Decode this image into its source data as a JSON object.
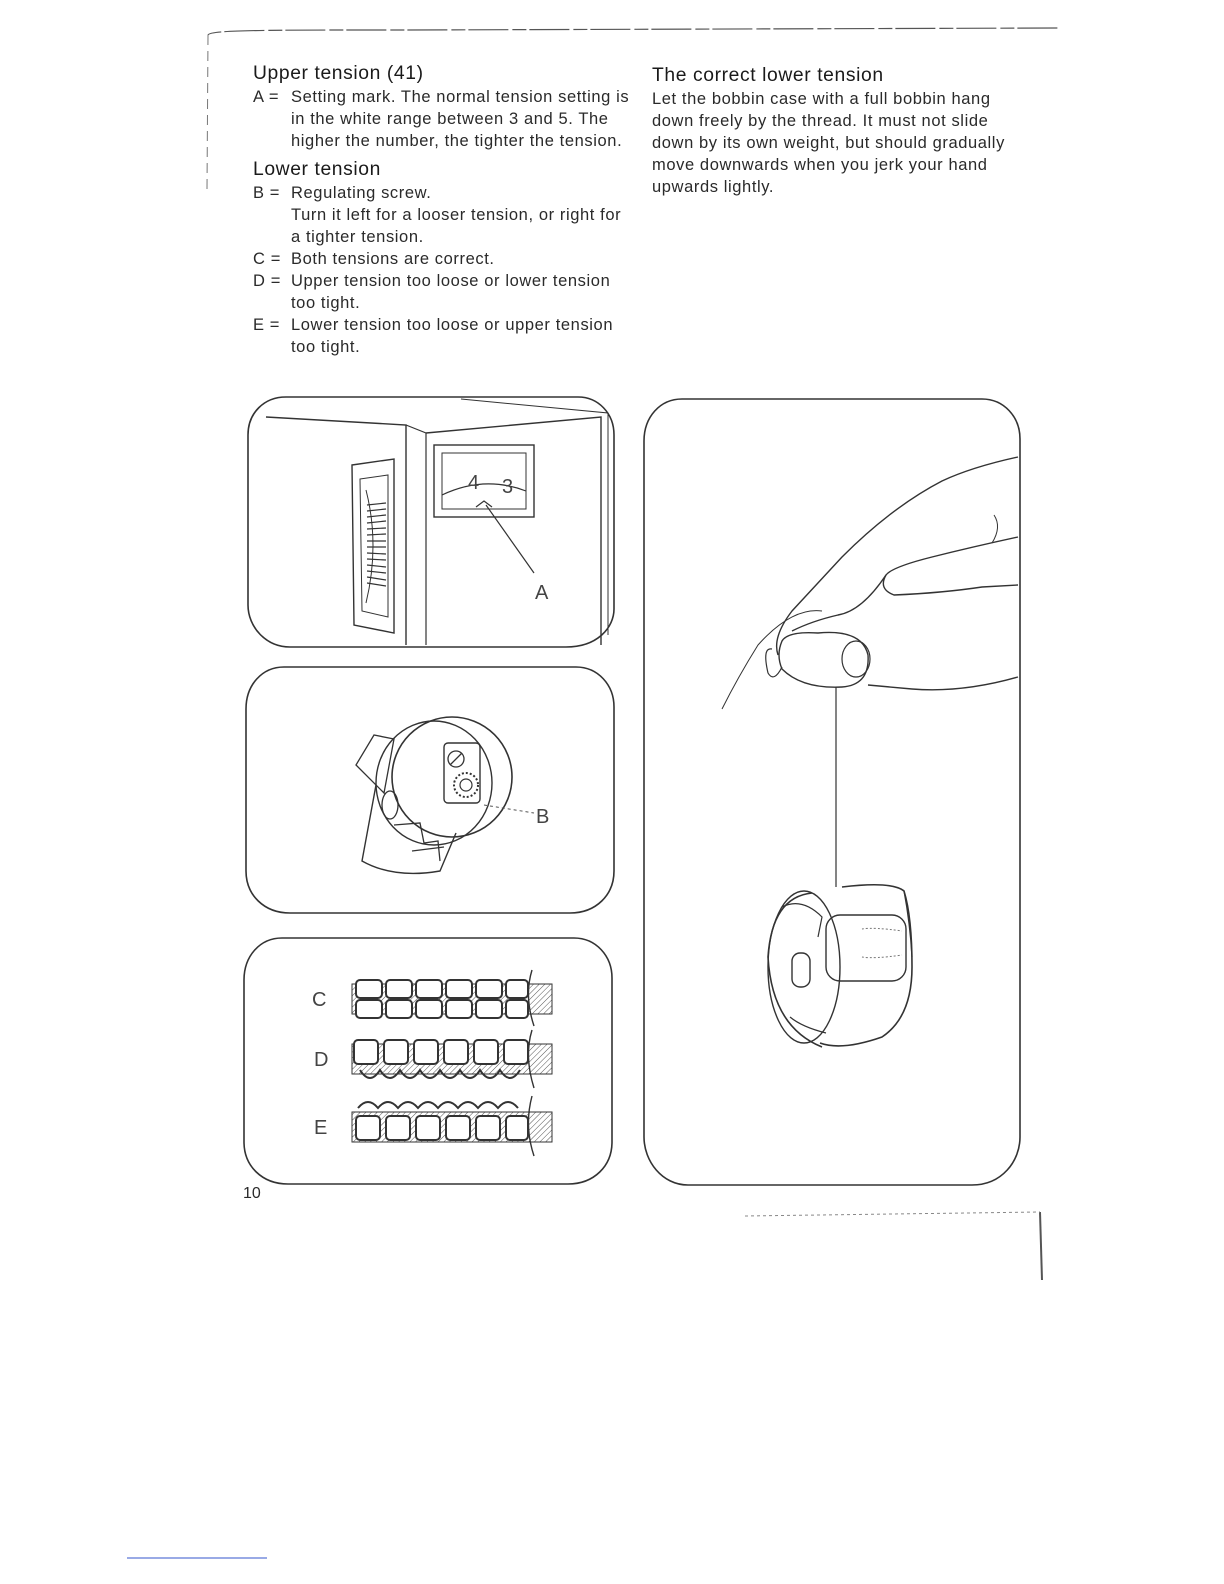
{
  "left_column": {
    "upper_heading": "Upper tension (41)",
    "upper_items": [
      {
        "key": "A =",
        "text": "Setting mark. The normal tension setting is in the white range between 3 and 5. The higher the number, the tighter the tension."
      }
    ],
    "lower_heading": "Lower tension",
    "lower_items": [
      {
        "key": "B =",
        "text": "Regulating screw.",
        "sub": "Turn it left for a looser tension, or right for a tighter tension."
      },
      {
        "key": "C =",
        "text": "Both tensions are correct."
      },
      {
        "key": "D =",
        "text": "Upper tension too loose or lower tension too tight."
      },
      {
        "key": "E =",
        "text": "Lower tension too loose or upper tension too tight."
      }
    ]
  },
  "right_column": {
    "heading": "The correct lower tension",
    "text": "Let the bobbin case with a full bobbin hang down freely by the thread. It must not slide down by its own weight, but should gradually move downwards when you jerk your hand upwards lightly."
  },
  "figures": {
    "dial_numbers": [
      "4",
      "3"
    ],
    "label_a": "A",
    "label_b": "B",
    "stitch_labels": [
      "C",
      "D",
      "E"
    ]
  },
  "page_number": "10"
}
